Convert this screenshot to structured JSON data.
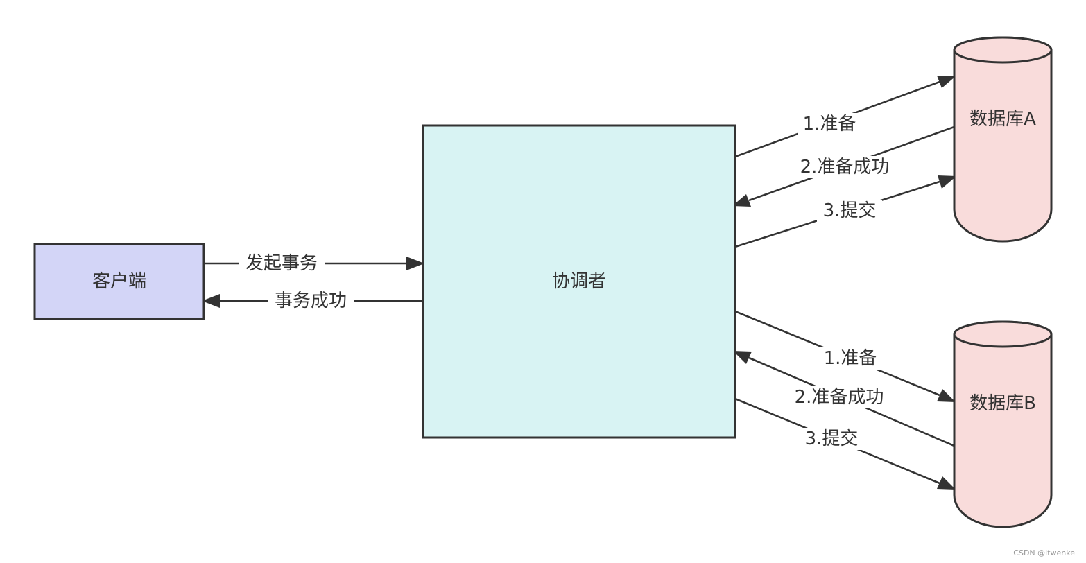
{
  "nodes": {
    "client": "客户端",
    "coordinator": "协调者",
    "db_a": "数据库A",
    "db_b": "数据库B"
  },
  "edges": {
    "start_transaction": "发起事务",
    "transaction_success": "事务成功",
    "a_prepare": "1.准备",
    "a_prepare_success": "2.准备成功",
    "a_commit": "3.提交",
    "b_prepare": "1.准备",
    "b_prepare_success": "2.准备成功",
    "b_commit": "3.提交"
  },
  "colors": {
    "client_fill": "#d3d5f7",
    "coordinator_fill": "#d8f3f3",
    "database_fill": "#f9dcdb",
    "stroke": "#333333"
  },
  "watermark": "CSDN @itwenke"
}
